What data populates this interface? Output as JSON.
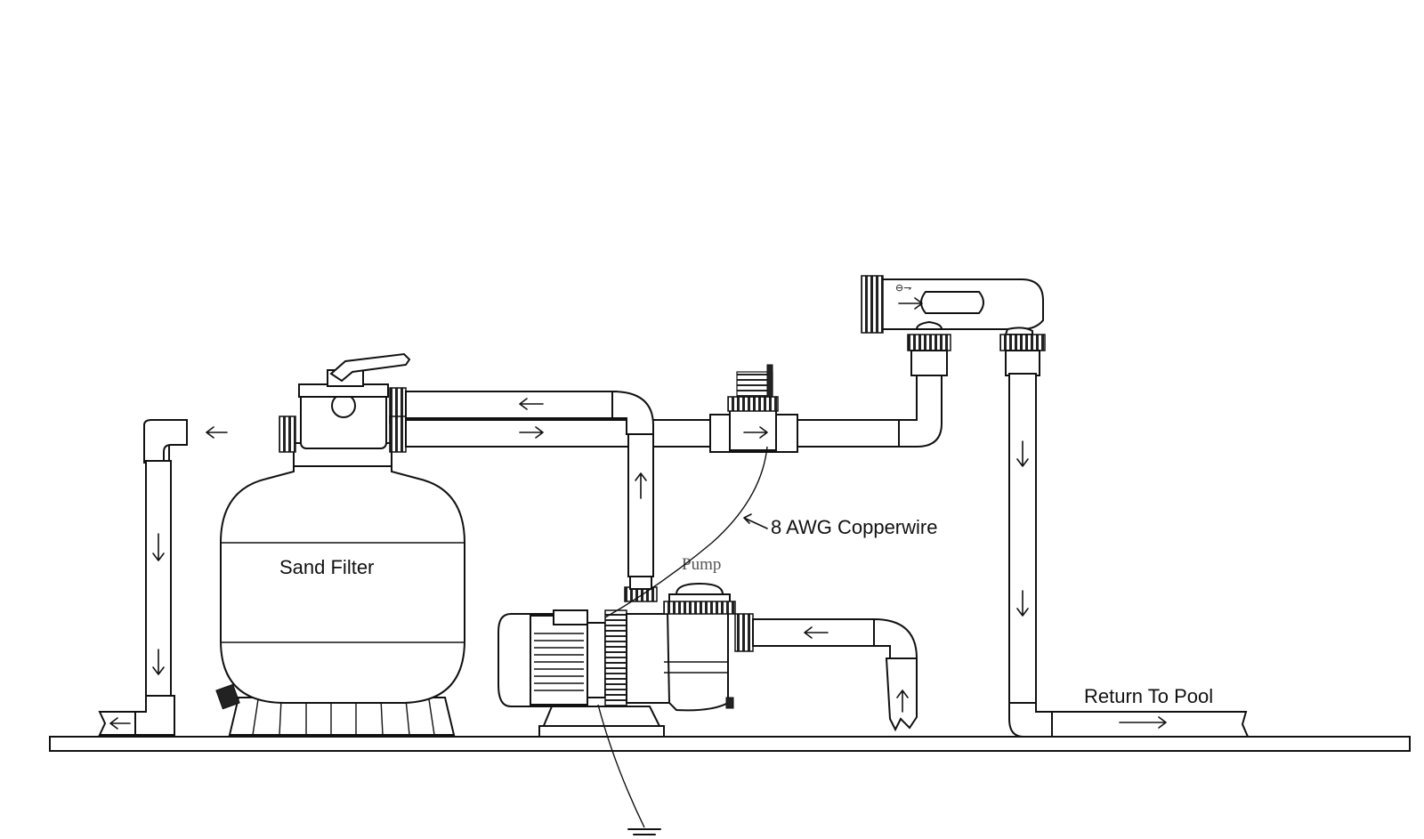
{
  "diagram": {
    "labels": {
      "sand_filter": "Sand Filter",
      "copper_wire": "8 AWG Copperwire",
      "pump": "Pump",
      "return_to_pool": "Return To Pool"
    },
    "colors": {
      "line": "#111111",
      "background": "#ffffff",
      "pump_label": "#555555"
    }
  }
}
